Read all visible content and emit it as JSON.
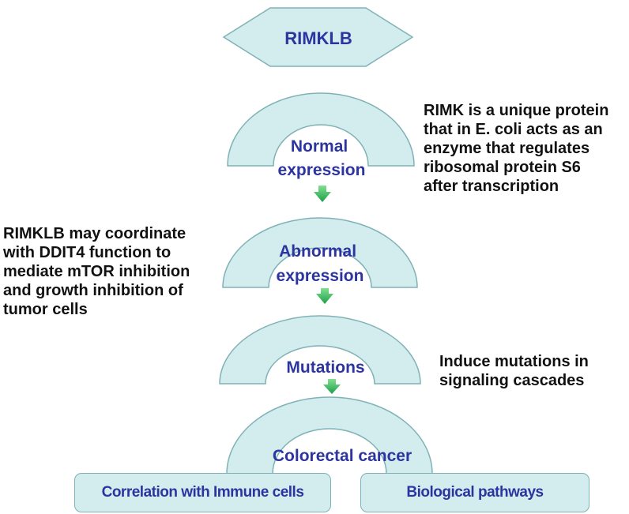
{
  "nodes": {
    "top": "RIMKLB",
    "arc1": [
      "Normal",
      "expression"
    ],
    "arc2": [
      "Abnormal",
      "expression"
    ],
    "arc3": "Mutations",
    "arc4": "Colorectal cancer",
    "box_left": "Correlation with Immune cells",
    "box_right": "Biological pathways"
  },
  "notes": {
    "right_top": "RIMK is a unique protein\nthat in E. coli acts as an\nenzyme that regulates\nribosomal protein S6\nafter transcription",
    "left": "RIMKLB may coordinate\nwith DDIT4 function to\nmediate mTOR inhibition\nand growth inhibition of\ntumor cells",
    "right_bottom": "Induce mutations in\nsignaling cascades"
  },
  "colors": {
    "shape_fill": "#d3eced",
    "shape_stroke": "#7fb2b6",
    "label_text": "#2c34a0",
    "arrow": "#3cb371"
  }
}
